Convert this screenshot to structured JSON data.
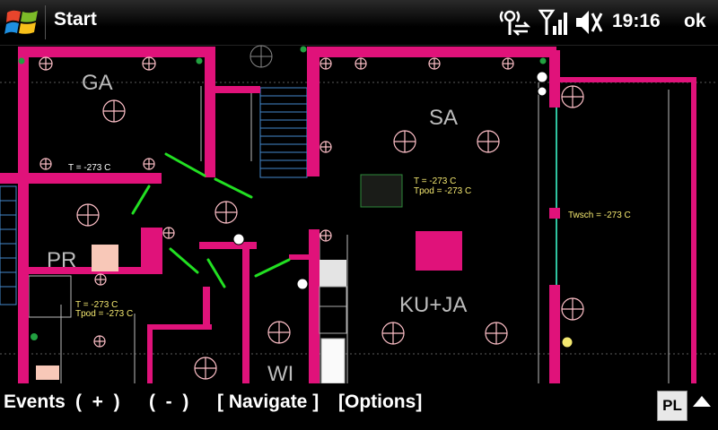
{
  "titlebar": {
    "title": "Start",
    "time": "19:16",
    "ok_label": "ok"
  },
  "floorplan": {
    "rooms": {
      "ga": "GA",
      "sa": "SA",
      "pr": "PR",
      "kuja": "KU+JA",
      "wi": "WI"
    },
    "readings": {
      "ga_t": "T = -273 C",
      "sa_t": "T = -273 C",
      "sa_tpod": "Tpod = -273 C",
      "pr_t": "T = -273 C",
      "pr_tpod": "Tpod = -273 C",
      "twsch": "Twsch = -273 C"
    },
    "colors": {
      "wall": "#e0127a",
      "door": "#22e022",
      "light": "#ffc0c8",
      "reading": "#f4e870"
    }
  },
  "menubar": {
    "events": "Events",
    "plus": "(  +  )",
    "minus": "(  -  )",
    "navigate": "[ Navigate ]",
    "options": "[Options]",
    "lang": "PL"
  }
}
